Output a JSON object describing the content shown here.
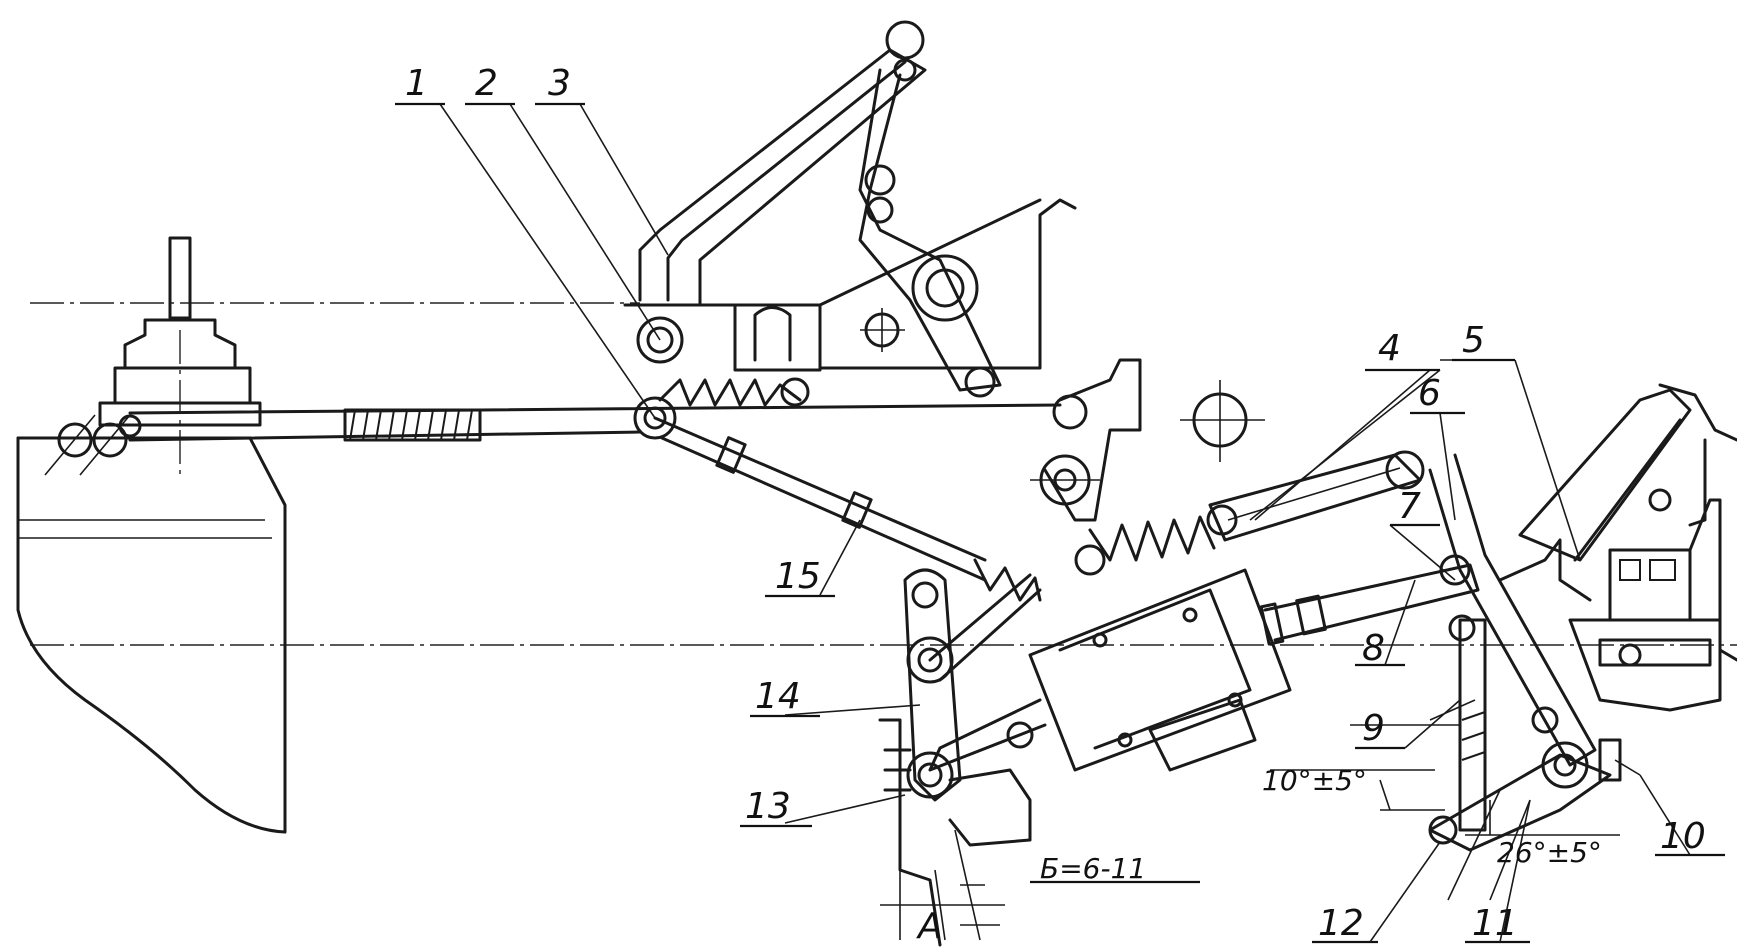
{
  "diagram": {
    "callouts": [
      {
        "id": "c1",
        "text": "1"
      },
      {
        "id": "c2",
        "text": "2"
      },
      {
        "id": "c3",
        "text": "3"
      },
      {
        "id": "c4",
        "text": "4"
      },
      {
        "id": "c5",
        "text": "5"
      },
      {
        "id": "c6",
        "text": "6"
      },
      {
        "id": "c7",
        "text": "7"
      },
      {
        "id": "c8",
        "text": "8"
      },
      {
        "id": "c9",
        "text": "9"
      },
      {
        "id": "c10",
        "text": "10"
      },
      {
        "id": "c11",
        "text": "11"
      },
      {
        "id": "c12",
        "text": "12"
      },
      {
        "id": "c13",
        "text": "13"
      },
      {
        "id": "c14",
        "text": "14"
      },
      {
        "id": "c15",
        "text": "15"
      }
    ],
    "dimensions": {
      "angle_upper": "10°±5°",
      "angle_lower": "26°±5°",
      "gap": "Б=6-11",
      "view_letter": "А"
    }
  }
}
